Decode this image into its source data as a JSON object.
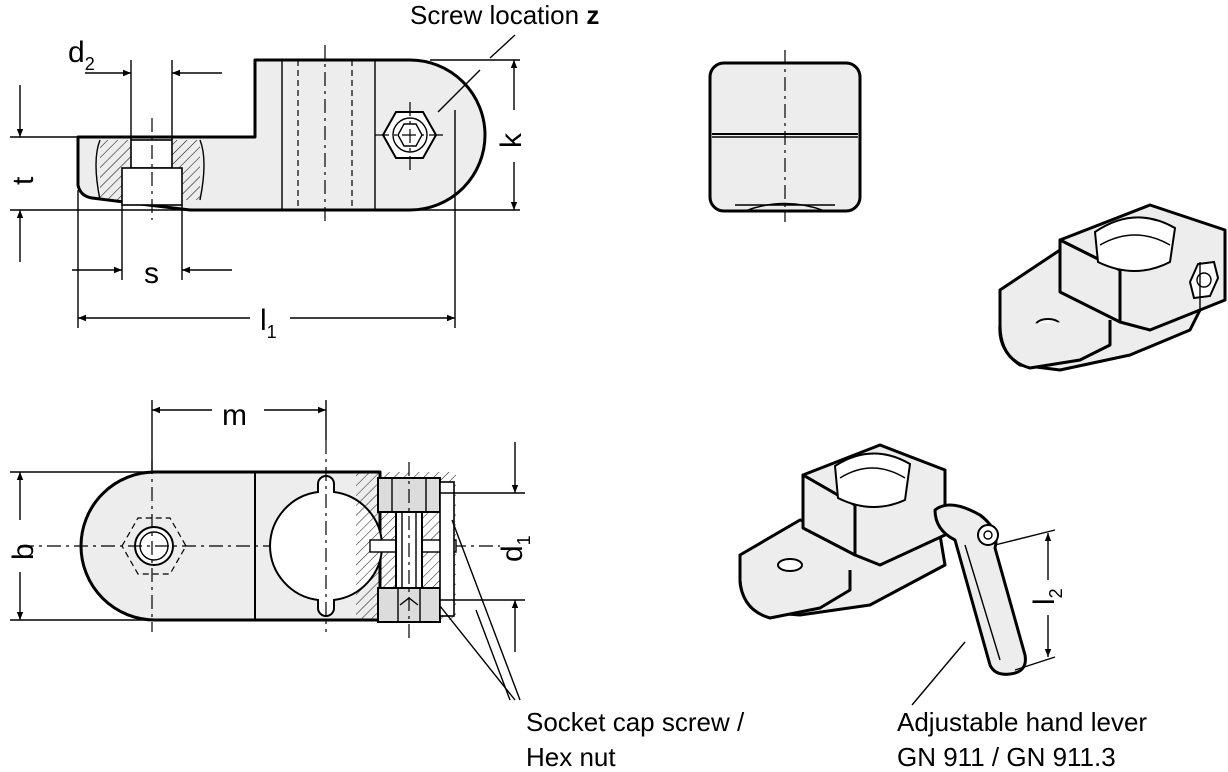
{
  "labels": {
    "screw_location": {
      "text": "Screw location ",
      "bold": "z"
    },
    "d2": {
      "main": "d",
      "sub": "2"
    },
    "t": "t",
    "k": "k",
    "s": "s",
    "l1": {
      "main": "l",
      "sub": "1"
    },
    "m": "m",
    "b": "b",
    "d1": {
      "main": "d",
      "sub": "1"
    },
    "l2": {
      "main": "l",
      "sub": "2"
    },
    "socket_cap_screw": {
      "line1": "Socket cap screw /",
      "line2": "Hex nut"
    },
    "hand_lever": {
      "line1": "Adjustable hand lever",
      "line2": "GN 911 / GN 911.3"
    }
  }
}
